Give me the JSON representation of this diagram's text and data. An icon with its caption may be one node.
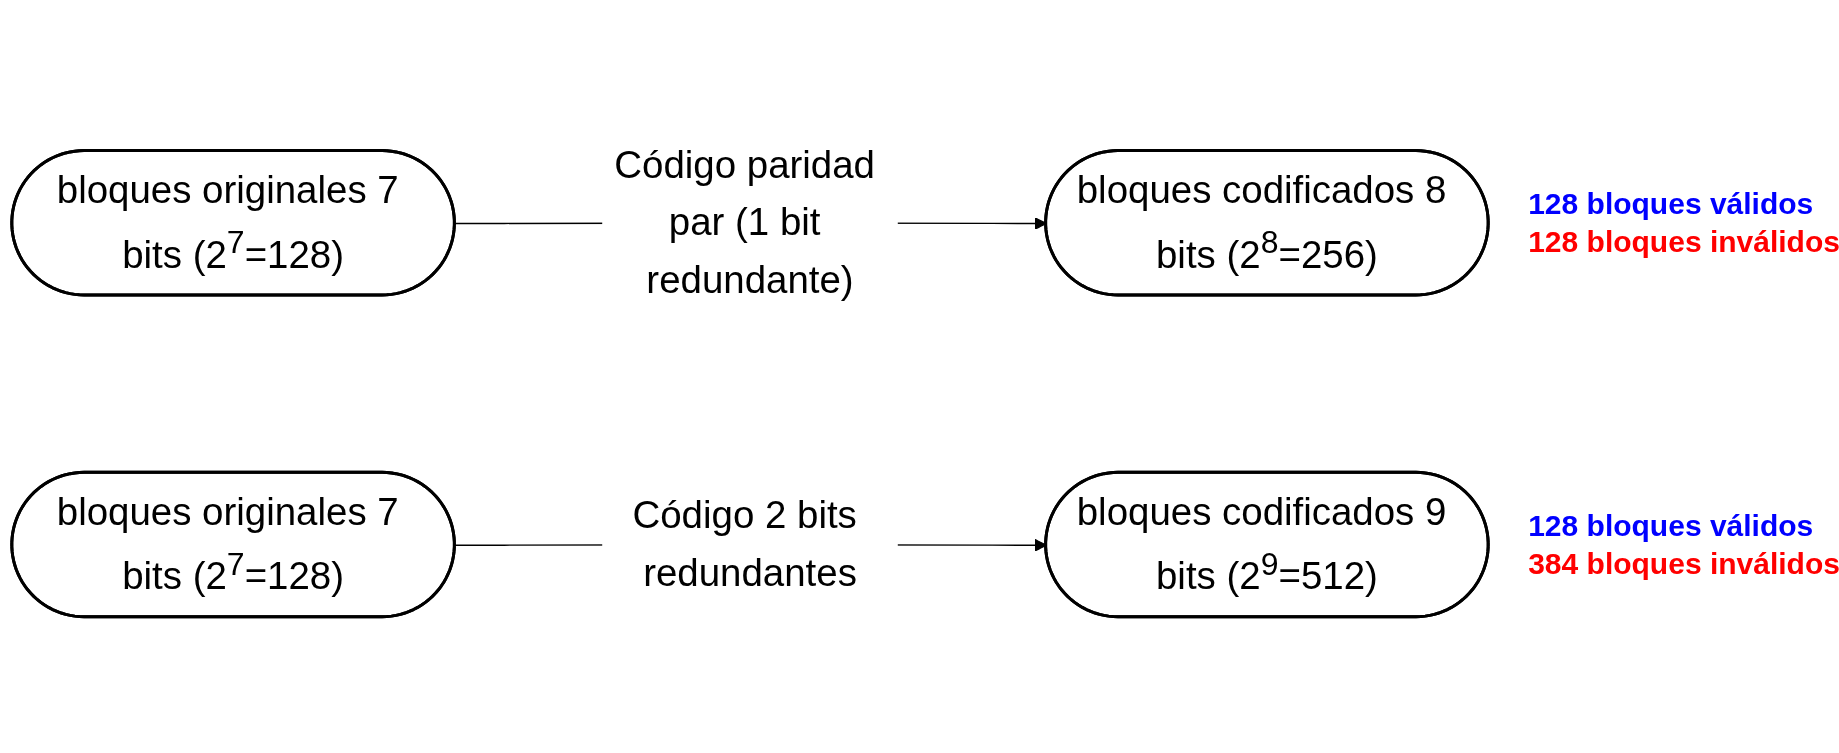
{
  "diagram": {
    "nodes": [
      {
        "text": [
          "bloques originales 7 bits (2$^{7}$=128)"
        ]
      },
      {
        "text": [
          "bloques codificados 8 bits (2$^{8}$=256)"
        ],
        "beside": [
          "128 bloques válidos",
          "128 bloques inválidos"
        ]
      },
      {
        "text": [
          "bloques originales 7 bits (2$^{7}$=128)"
        ]
      },
      {
        "text": [
          "bloques codificados 9 bits (2$^{9}$=512)"
        ],
        "beside": [
          "128 bloques válidos",
          "384 bloques inválidos"
        ]
      }
    ],
    "edges": [
      {
        "from": 0,
        "to": 1,
        "arrow": "to",
        "label": "Código paridad par (1 bit redundante)"
      },
      {
        "from": 2,
        "to": 3,
        "arrow": "to",
        "label": "Código 2 bits redundantes"
      }
    ]
  }
}
